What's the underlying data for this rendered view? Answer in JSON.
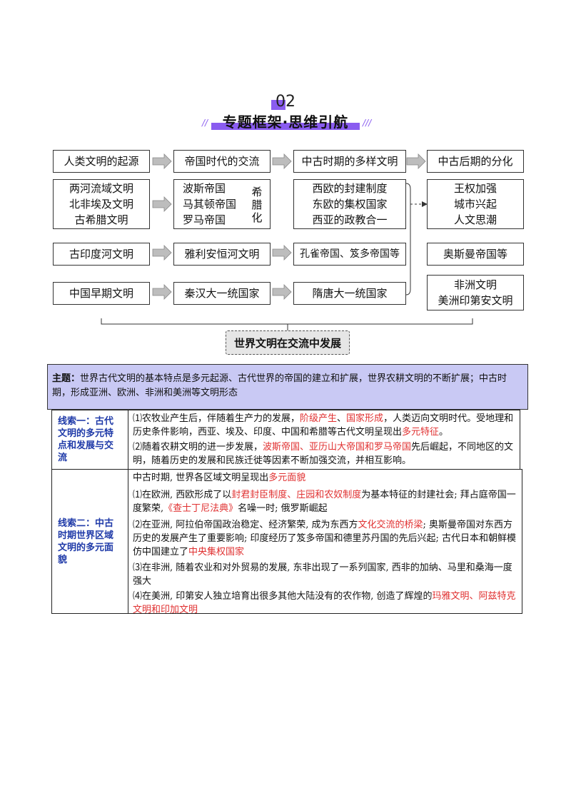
{
  "header": {
    "number": "02",
    "title": "专题框架·思维引航"
  },
  "flow": {
    "row1": [
      "人类文明的起源",
      "帝国时代的交流",
      "中古时期的多样文明",
      "中古后期的分化"
    ],
    "col1_group": [
      "两河流域文明",
      "北非埃及文明",
      "古希腊文明"
    ],
    "col2_group": [
      "波斯帝国",
      "马其顿帝国",
      "罗马帝国"
    ],
    "hellenization": "希腊化",
    "col3_group": [
      "西欧的封建制度",
      "东欧的集权国家",
      "西亚的政教合一"
    ],
    "col4_group": [
      "王权加强",
      "城市兴起",
      "人文思潮"
    ],
    "row3": [
      "古印度河文明",
      "雅利安恒河文明",
      "孔雀帝国、笈多帝国等",
      "奥斯曼帝国等"
    ],
    "row4": [
      "中国早期文明",
      "秦汉大一统国家",
      "隋唐大一统国家"
    ],
    "col4_last": [
      "非洲文明",
      "美洲印第安文明"
    ],
    "hub": "世界文明在交流中发展"
  },
  "theme": {
    "label": "主题：",
    "text": "世界古代文明的基本特点是多元起源、古代世界的帝国的建立和扩展，世界农耕文明的不断扩展；中古时期，形成亚洲、欧洲、非洲和美洲等文明形态"
  },
  "clue1": {
    "label": "线索一：古代文明的多元特点和发展与交流",
    "p1": {
      "a": "⑴农牧业产生后，伴随着生产力的发展，",
      "r1": "阶级产生",
      "b": "、",
      "r2": "国家形成",
      "c": "，人类迈向文明时代。受地理和历史条件影响，西亚、埃及、印度、中国和希腊等古代文明呈现出",
      "r3": "多元特征",
      "d": "。"
    },
    "p2": {
      "a": "⑵随着农耕文明的进一步发展，",
      "r1": "波斯帝国、亚历山大帝国和罗马帝国",
      "b": "先后崛起，不同地区的文明，随着历史的发展和民族迁徙等因素不断加强交流，并相互影响。"
    }
  },
  "clue2": {
    "label": "线索二：中古时期世界区域文明的多元面貌",
    "intro": {
      "a": "中古时期, 世界各区域文明呈现出",
      "r1": "多元面貌"
    },
    "p1": {
      "a": "⑴在欧洲, 西欧形成了以",
      "r1": "封君封臣制度、庄园和农奴制度",
      "b": "为基本特征的封建社会; 拜占庭帝国一度繁荣,",
      "r2": "《查士丁尼法典》",
      "c": "名噪一时; 俄罗斯崛起"
    },
    "p2": {
      "a": "⑵在亚洲, 阿拉伯帝国政治稳定、经济繁荣, 成为东西方",
      "r1": "文化交流的桥梁",
      "b": "; 奥斯曼帝国对东西方历史的发展产生了重要影响; 印度经历了笈多帝国和德里苏丹国的先后兴起; 古代日本和朝鲜模仿中国建立了",
      "r2": "中央集权国家"
    },
    "p3": {
      "a": "⑶在非洲, 随着农业和对外贸易的发展, 东非出现了一系列国家, 西非的加纳、马里和桑海一度强大"
    },
    "p4": {
      "a": "⑷在美洲, 印第安人独立培育出很多其他大陆没有的农作物, 创造了辉煌的",
      "r1": "玛雅文明、阿兹特克文明和印加文明"
    }
  }
}
